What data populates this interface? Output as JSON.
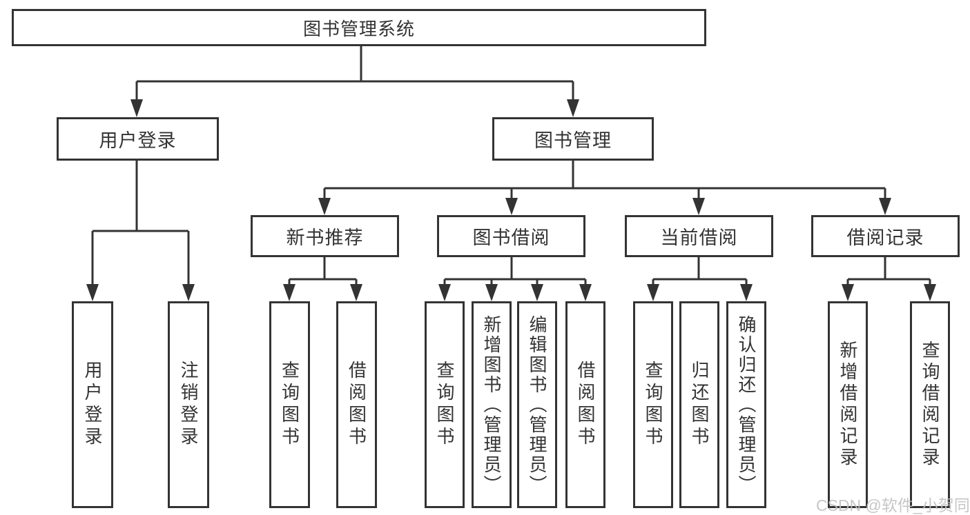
{
  "diagram": {
    "root": {
      "label": "图书管理系统"
    },
    "level1": [
      {
        "label": "用户登录"
      },
      {
        "label": "图书管理"
      }
    ],
    "level2": [
      {
        "label": "新书推荐"
      },
      {
        "label": "图书借阅"
      },
      {
        "label": "当前借阅"
      },
      {
        "label": "借阅记录"
      }
    ],
    "leaves": {
      "user_login": [
        {
          "label": "用户登录"
        },
        {
          "label": "注销登录"
        }
      ],
      "new_books": [
        {
          "label": "查询图书"
        },
        {
          "label": "借阅图书"
        }
      ],
      "book_borrow": [
        {
          "label": "查询图书"
        },
        {
          "label": "新增图书（管理员）"
        },
        {
          "label": "编辑图书（管理员）"
        },
        {
          "label": "借阅图书"
        }
      ],
      "current_borrow": [
        {
          "label": "查询图书"
        },
        {
          "label": "归还图书"
        },
        {
          "label": "确认归还（管理员）"
        }
      ],
      "borrow_records": [
        {
          "label": "新增借阅记录"
        },
        {
          "label": "查询借阅记录"
        }
      ]
    },
    "watermark": "CSDN @软件_小贺同学",
    "colors": {
      "line": "#333333",
      "text": "#333333",
      "background": "#ffffff",
      "watermark": "#c0c0c0"
    }
  }
}
